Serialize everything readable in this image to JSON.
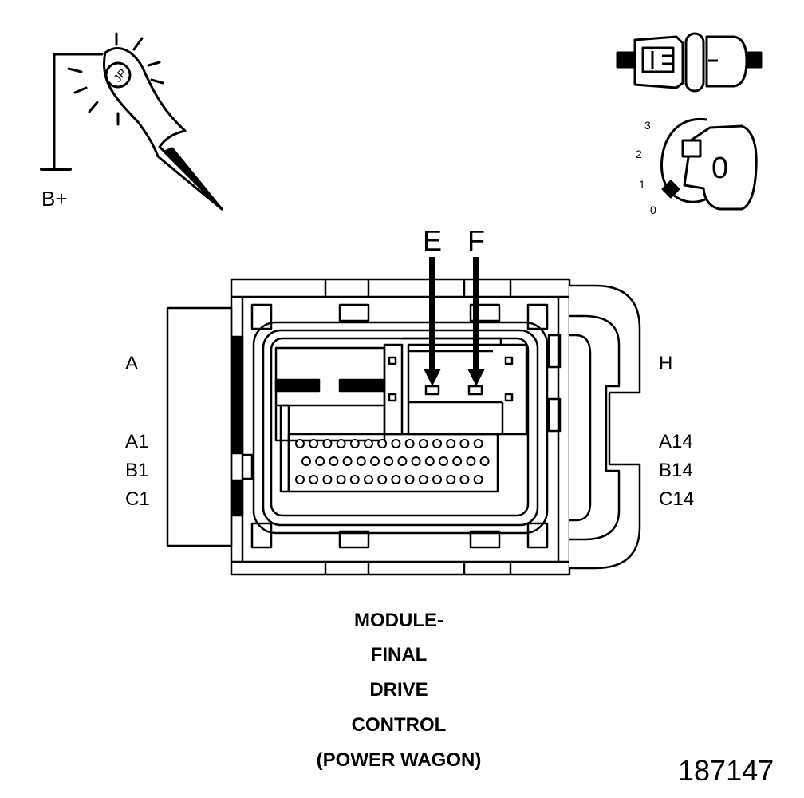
{
  "probe": {
    "label": "B+"
  },
  "ignition": {
    "positions": [
      "3",
      "2",
      "1",
      "0"
    ],
    "key_label": "0"
  },
  "connector": {
    "left_labels": {
      "cavity": "A",
      "row1": "A1",
      "row2": "B1",
      "row3": "C1"
    },
    "right_labels": {
      "cavity": "H",
      "row1": "A14",
      "row2": "B14",
      "row3": "C14"
    },
    "arrows": {
      "left": "E",
      "right": "F"
    }
  },
  "caption": [
    "MODULE-",
    "FINAL",
    "DRIVE",
    "CONTROL",
    "(POWER WAGON)"
  ],
  "figure_number": "187147"
}
